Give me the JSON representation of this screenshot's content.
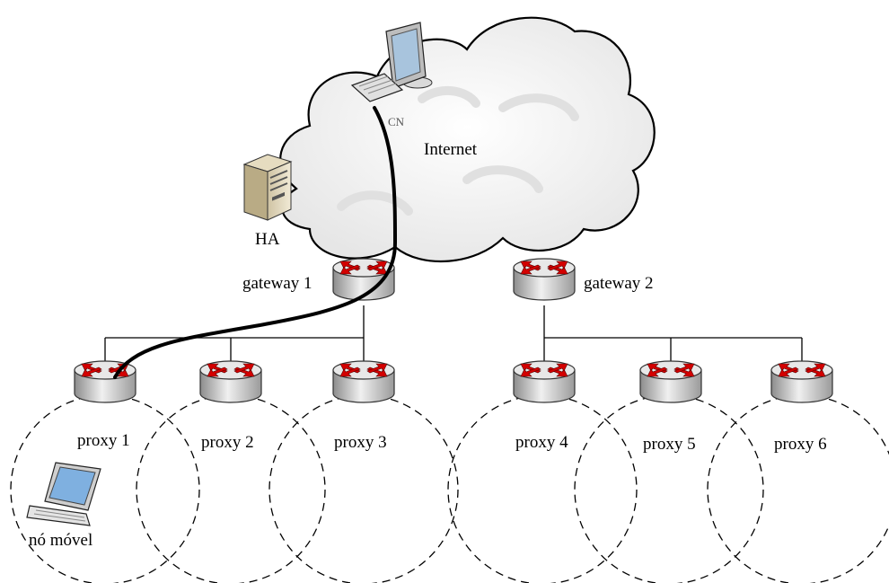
{
  "cloud": {
    "label": "Internet",
    "node_label": "CN"
  },
  "home_agent": {
    "label": "HA"
  },
  "gateways": [
    {
      "label": "gateway 1"
    },
    {
      "label": "gateway 2"
    }
  ],
  "proxies": [
    {
      "label": "proxy 1"
    },
    {
      "label": "proxy 2"
    },
    {
      "label": "proxy 3"
    },
    {
      "label": "proxy 4"
    },
    {
      "label": "proxy 5"
    },
    {
      "label": "proxy 6"
    }
  ],
  "mobile_node": {
    "label": "nó móvel"
  },
  "colors": {
    "arrow": "#d40000",
    "line": "#000000",
    "cloud": "#f2f2f2"
  }
}
